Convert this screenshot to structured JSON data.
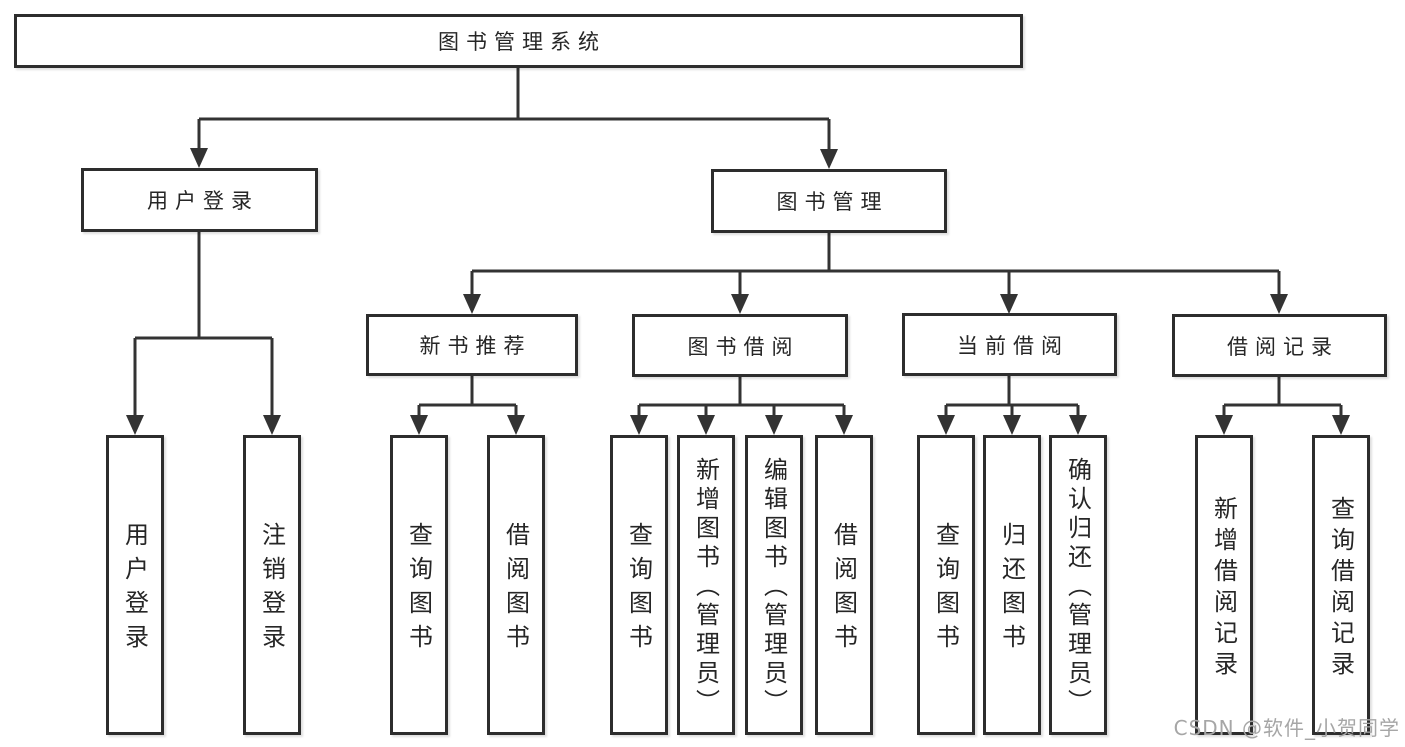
{
  "diagram": {
    "title": "图书管理系统",
    "level2": {
      "user_login": "用户登录",
      "book_management": "图书管理"
    },
    "level3": {
      "new_book_recommend": "新书推荐",
      "book_borrow": "图书借阅",
      "current_borrow": "当前借阅",
      "borrow_records": "借阅记录"
    },
    "leaves": {
      "user_login": "用户登录",
      "logout": "注销登录",
      "nbr_query_books": "查询图书",
      "nbr_borrow_books": "借阅图书",
      "bb_query_books": "查询图书",
      "bb_add_books": "新增图书（管理员）",
      "bb_edit_books": "编辑图书（管理员）",
      "bb_borrow_books": "借阅图书",
      "cb_query_books": "查询图书",
      "cb_return_books": "归还图书",
      "cb_confirm_return": "确认归还（管理员）",
      "br_add_record": "新增借阅记录",
      "br_query_record": "查询借阅记录"
    }
  },
  "watermark": "CSDN @软件_小贺同学",
  "colors": {
    "line": "#333333",
    "border": "#2d2d2d",
    "watermark": "#a6a6a6"
  }
}
